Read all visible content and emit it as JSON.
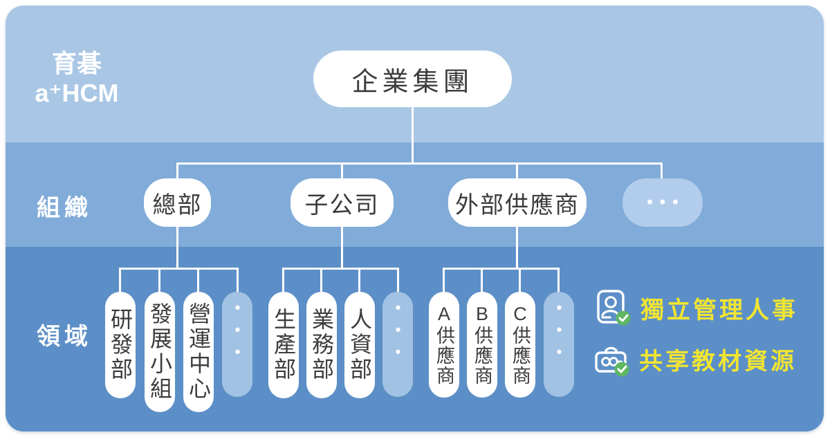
{
  "brand": {
    "line1": "育碁",
    "line2": "a⁺HCM"
  },
  "row_labels": {
    "organization": "組織",
    "domain": "領域"
  },
  "tree": {
    "root": "企業集團",
    "more_label": "•••",
    "organizations": [
      {
        "label": "總部"
      },
      {
        "label": "子公司"
      },
      {
        "label": "外部供應商"
      }
    ],
    "groups": [
      {
        "parent": "總部",
        "children": [
          "研發部",
          "發展小組",
          "營運中心"
        ]
      },
      {
        "parent": "子公司",
        "children": [
          "生產部",
          "業務部",
          "人資部"
        ]
      },
      {
        "parent": "外部供應商",
        "children": [
          "A供應商",
          "B供應商",
          "C供應商"
        ]
      }
    ]
  },
  "legend": {
    "items": [
      {
        "icon": "id-card-check-icon",
        "label": "獨立管理人事"
      },
      {
        "icon": "briefcase-check-icon",
        "label": "共享教材資源"
      }
    ]
  },
  "colors": {
    "band_top": "#a9c7e5",
    "band_middle": "#81abd8",
    "band_bottom": "#5c8fc7",
    "node_bg": "#ffffff",
    "node_text": "#3c3c3c",
    "more_node_bg_row2": "#b1cdeb",
    "more_node_bg_row3": "#a2c2e4",
    "connector": "#ffffff",
    "label_text": "#ffffff",
    "legend_text": "#f2e530",
    "check_green": "#5eb763"
  }
}
